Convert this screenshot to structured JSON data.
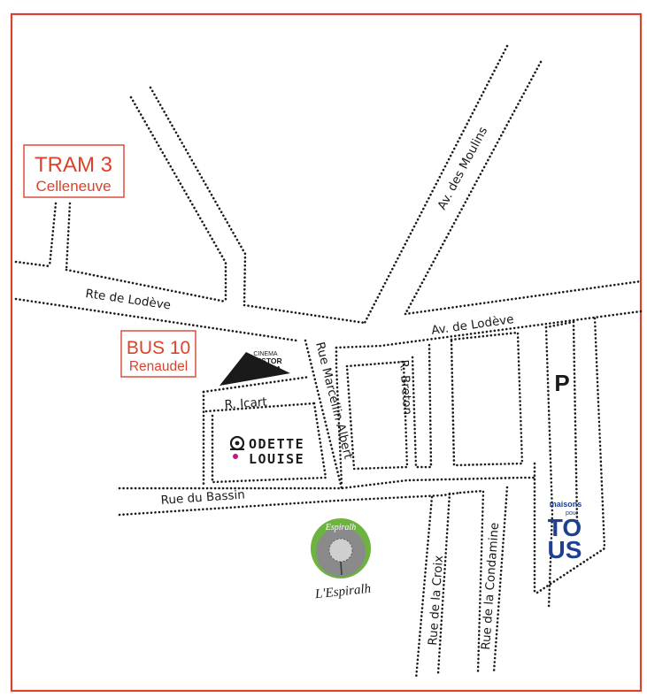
{
  "colors": {
    "frame": "#d9432e",
    "roads": "#1a1a1a",
    "transit": "#d9432e",
    "maisons": "#1f3f8f",
    "espiralh_ring": "#6db33f"
  },
  "transit": {
    "tram": {
      "line": "TRAM 3",
      "stop": "Celleneuve"
    },
    "bus": {
      "line": "BUS 10",
      "stop": "Renaudel"
    }
  },
  "streets": {
    "rte_lodeve": "Rte de Lodève",
    "av_moulins": "Av. des Moulins",
    "av_lodeve": "Av. de Lodève",
    "rue_marcellin": "Rue Marcellin Albert",
    "r_icart": "R. Icart",
    "r_breton": "R. Breton",
    "rue_bassin": "Rue du Bassin",
    "rue_croix": "Rue de la Croix",
    "rue_condamine": "Rue de la Condamine"
  },
  "landmarks": {
    "cinema": {
      "line1": "CINEMA",
      "line2": "NESTOR",
      "line3": "BURMA"
    },
    "odette": {
      "line1": "ODETTE",
      "line2": "LOUISE"
    },
    "espiralh": {
      "ring": "Espiralh",
      "name": "L'Espiralh"
    },
    "maisons": {
      "line1": "maisons",
      "line2": "pour",
      "line3": "TO",
      "line4": "US"
    },
    "parking": "P"
  }
}
